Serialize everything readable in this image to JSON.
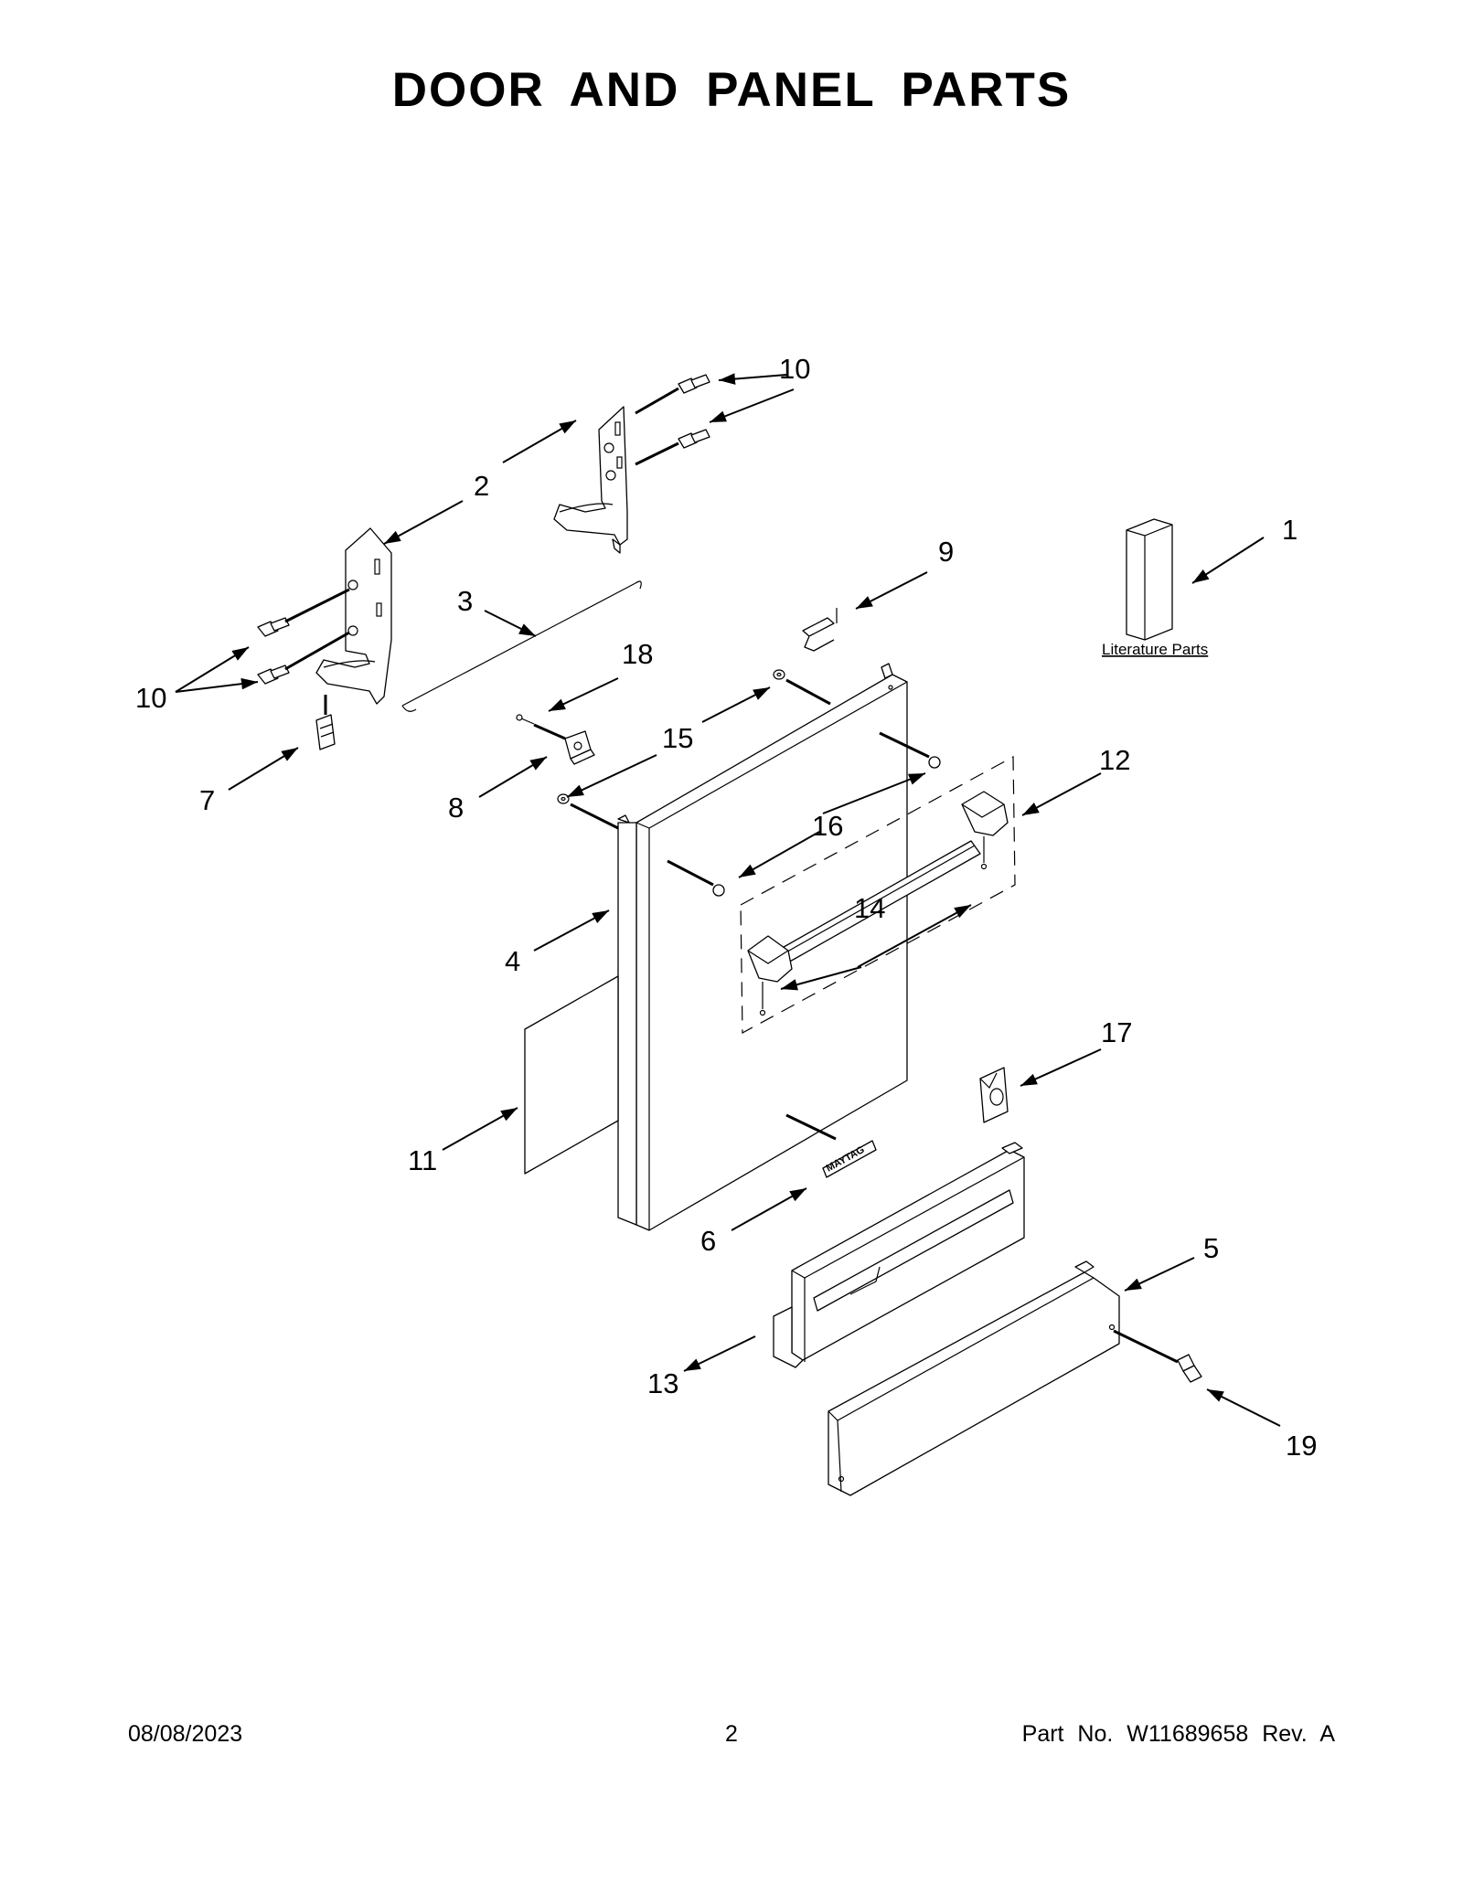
{
  "header": {
    "title": "DOOR AND PANEL PARTS"
  },
  "callouts": {
    "c1": "1",
    "c2": "2",
    "c3": "3",
    "c4": "4",
    "c5": "5",
    "c6": "6",
    "c7": "7",
    "c8": "8",
    "c9": "9",
    "c10a": "10",
    "c10b": "10",
    "c11": "11",
    "c12": "12",
    "c13": "13",
    "c14": "14",
    "c15": "15",
    "c16": "16",
    "c17": "17",
    "c18": "18",
    "c19": "19"
  },
  "labels": {
    "literature": "Literature Parts",
    "logo": "MAYTAG"
  },
  "footer": {
    "date": "08/08/2023",
    "page": "2",
    "part_no": "Part No.  W11689658  Rev.  A"
  }
}
